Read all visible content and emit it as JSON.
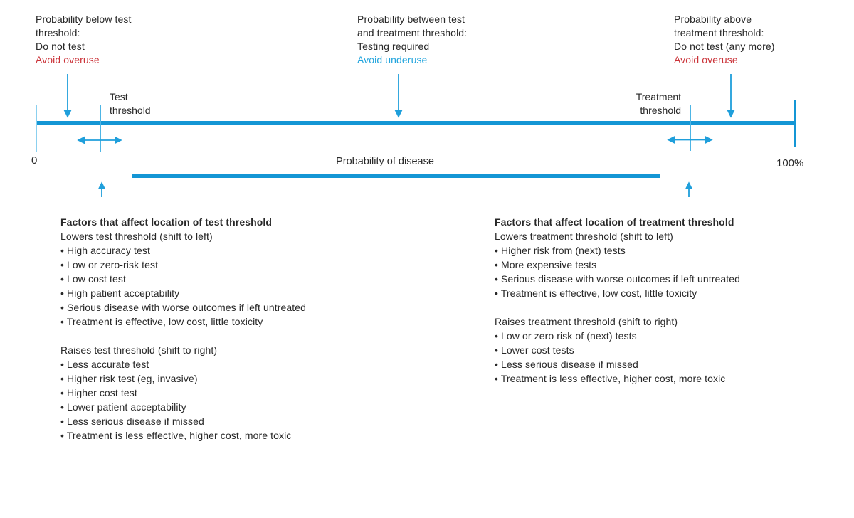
{
  "annotations": {
    "below": {
      "line1": "Probability below test",
      "line2": "threshold:",
      "line3": "Do not test",
      "highlight": "Avoid overuse"
    },
    "between": {
      "line1": "Probability between test",
      "line2": "and treatment threshold:",
      "line3": "Testing required",
      "highlight": "Avoid underuse"
    },
    "above": {
      "line1": "Probability above",
      "line2": "treatment threshold:",
      "line3": "Do not test (any more)",
      "highlight": "Avoid overuse"
    }
  },
  "axis": {
    "zero_label": "0",
    "max_label": "100%",
    "axis_label": "Probability of disease",
    "test_threshold": {
      "line1": "Test",
      "line2": "threshold"
    },
    "treatment_threshold": {
      "line1": "Treatment",
      "line2": "threshold"
    }
  },
  "lists": {
    "left": {
      "title": "Factors that affect location of test threshold",
      "lowers_heading": "Lowers test threshold (shift to left)",
      "lowers_items": [
        "• High accuracy test",
        "• Low or zero-risk test",
        "• Low cost test",
        "• High patient acceptability",
        "• Serious disease with worse outcomes if left untreated",
        "• Treatment is effective, low cost, little toxicity"
      ],
      "raises_heading": "Raises test threshold (shift to right)",
      "raises_items": [
        "• Less accurate test",
        "• Higher risk test (eg, invasive)",
        "• Higher cost test",
        "• Lower patient acceptability",
        "• Less serious disease if missed",
        "• Treatment is less effective, higher cost, more toxic"
      ]
    },
    "right": {
      "title": "Factors that affect location of treatment threshold",
      "lowers_heading": "Lowers treatment threshold (shift to left)",
      "lowers_items": [
        "• Higher risk from (next) tests",
        "• More expensive tests",
        "• Serious disease with worse outcomes if left untreated",
        "• Treatment is effective, low cost, little toxicity"
      ],
      "raises_heading": "Raises treatment threshold (shift to right)",
      "raises_items": [
        "• Low or zero risk of (next) tests",
        "• Lower cost tests",
        "• Less serious disease if missed",
        "• Treatment is less effective, higher cost, more toxic"
      ]
    }
  },
  "colors": {
    "axis_line_blue": "#1496d5",
    "arrow_blue": "#1f9fdb",
    "threshold_tick_blue": "#4db5e5",
    "zero_tick_light_blue": "#8bd0ef",
    "text_dark": "#282828",
    "warning_red": "#cb3339",
    "info_blue": "#21a4dd"
  }
}
